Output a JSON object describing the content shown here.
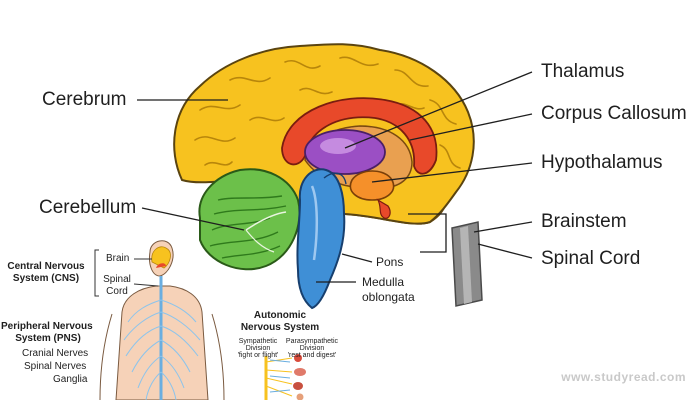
{
  "labels": {
    "thalamus": "Thalamus",
    "corpus_callosum": "Corpus Callosum",
    "hypothalamus": "Hypothalamus",
    "brainstem": "Brainstem",
    "spinal_cord": "Spinal Cord",
    "cerebrum": "Cerebrum",
    "cerebellum": "Cerebellum",
    "pons": "Pons",
    "medulla_line1": "Medulla",
    "medulla_line2": "oblongata"
  },
  "inset": {
    "cns_line1": "Central Nervous",
    "cns_line2": "System (CNS)",
    "brain": "Brain",
    "spinal_line1": "Spinal",
    "spinal_line2": "Cord",
    "pns_line1": "Peripheral Nervous",
    "pns_line2": "System (PNS)",
    "cranial": "Cranial Nerves",
    "spinal_nerves": "Spinal Nerves",
    "ganglia": "Ganglia",
    "ans_line1": "Autonomic",
    "ans_line2": "Nervous System",
    "symp_line1": "Sympathetic",
    "symp_line2": "Division",
    "symp_line3": "'fight or flight'",
    "para_line1": "Parasympathetic",
    "para_line2": "Division",
    "para_line3": "'rest and digest'"
  },
  "watermark": "www.studyread.com",
  "colors": {
    "cerebrum": "#f7c21f",
    "cerebellum": "#6cc04a",
    "brainstem": "#3f8fd6",
    "corpus_callosum": "#e8492a",
    "thalamus": "#9b4fc4",
    "hypothalamus": "#f5902a",
    "spinal_cord": "#8a8a8a"
  }
}
